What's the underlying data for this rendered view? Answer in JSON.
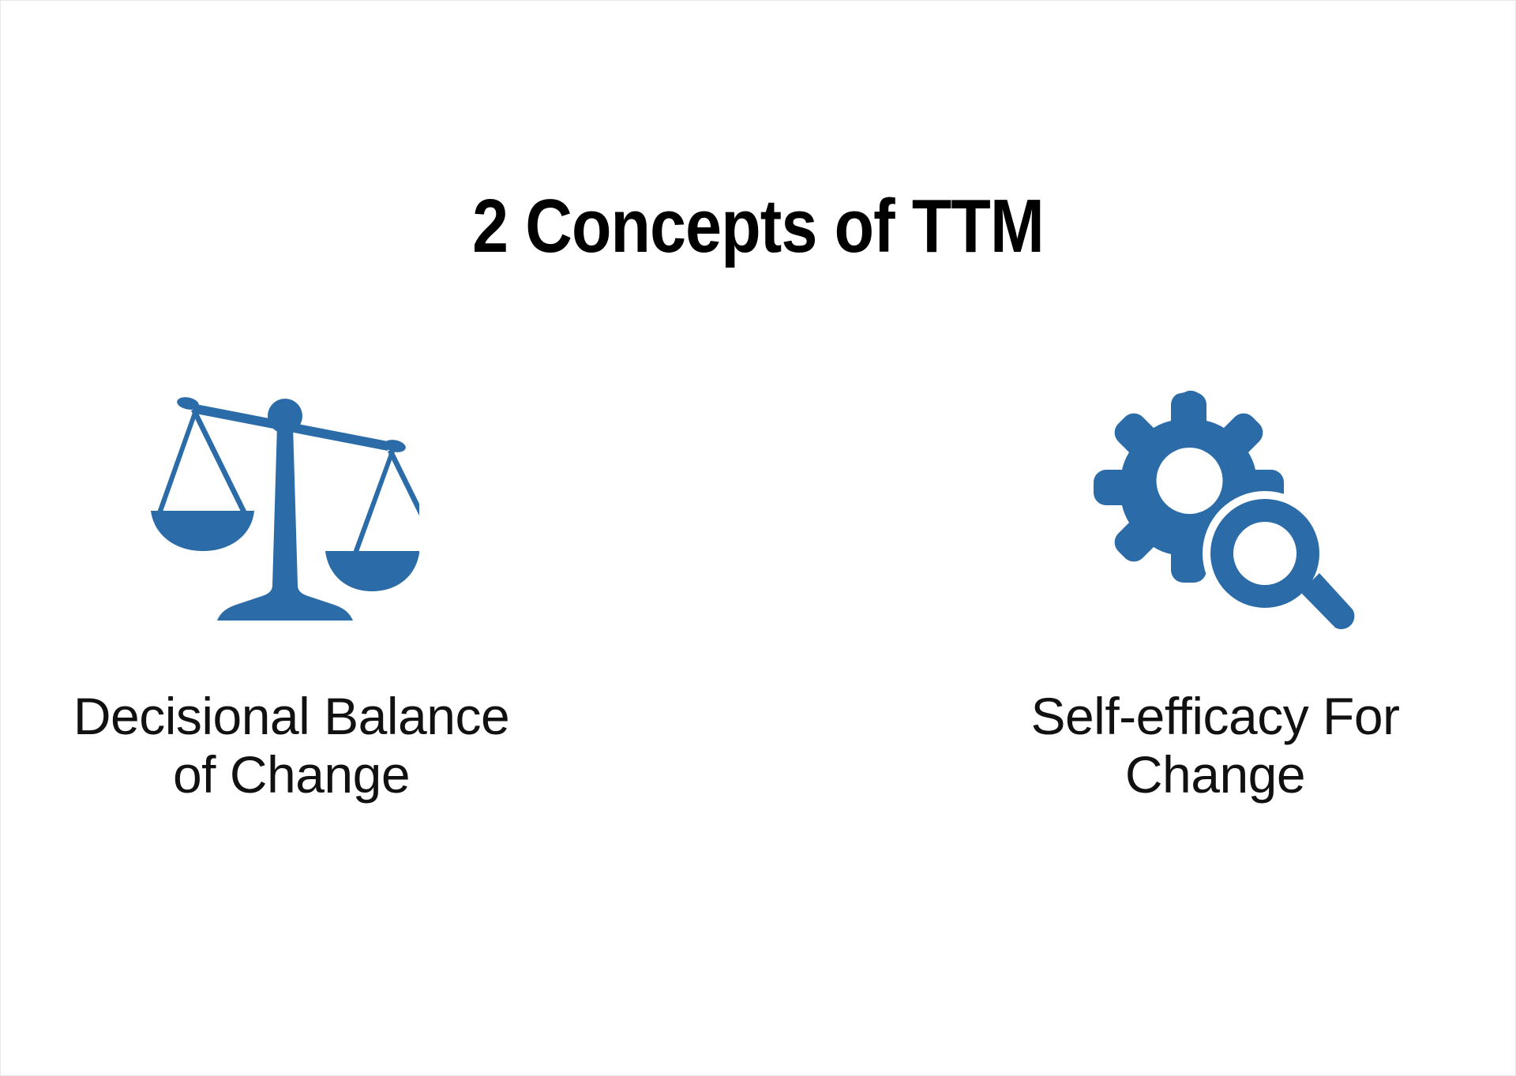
{
  "slide": {
    "background_color": "#ffffff",
    "accent_color": "#2B6CA8",
    "text_color": "#111111",
    "title": "2 Concepts of TTM"
  },
  "concepts": [
    {
      "icon": "balance-scale-icon",
      "label": "Decisional Balance of Change",
      "label_line_1": "Decisional Balance",
      "label_line_2": "of Change"
    },
    {
      "icon": "gear-magnifier-icon",
      "label": "Self-efficacy For Change",
      "label_line_1": "Self-efficacy For",
      "label_line_2": "Change"
    }
  ]
}
